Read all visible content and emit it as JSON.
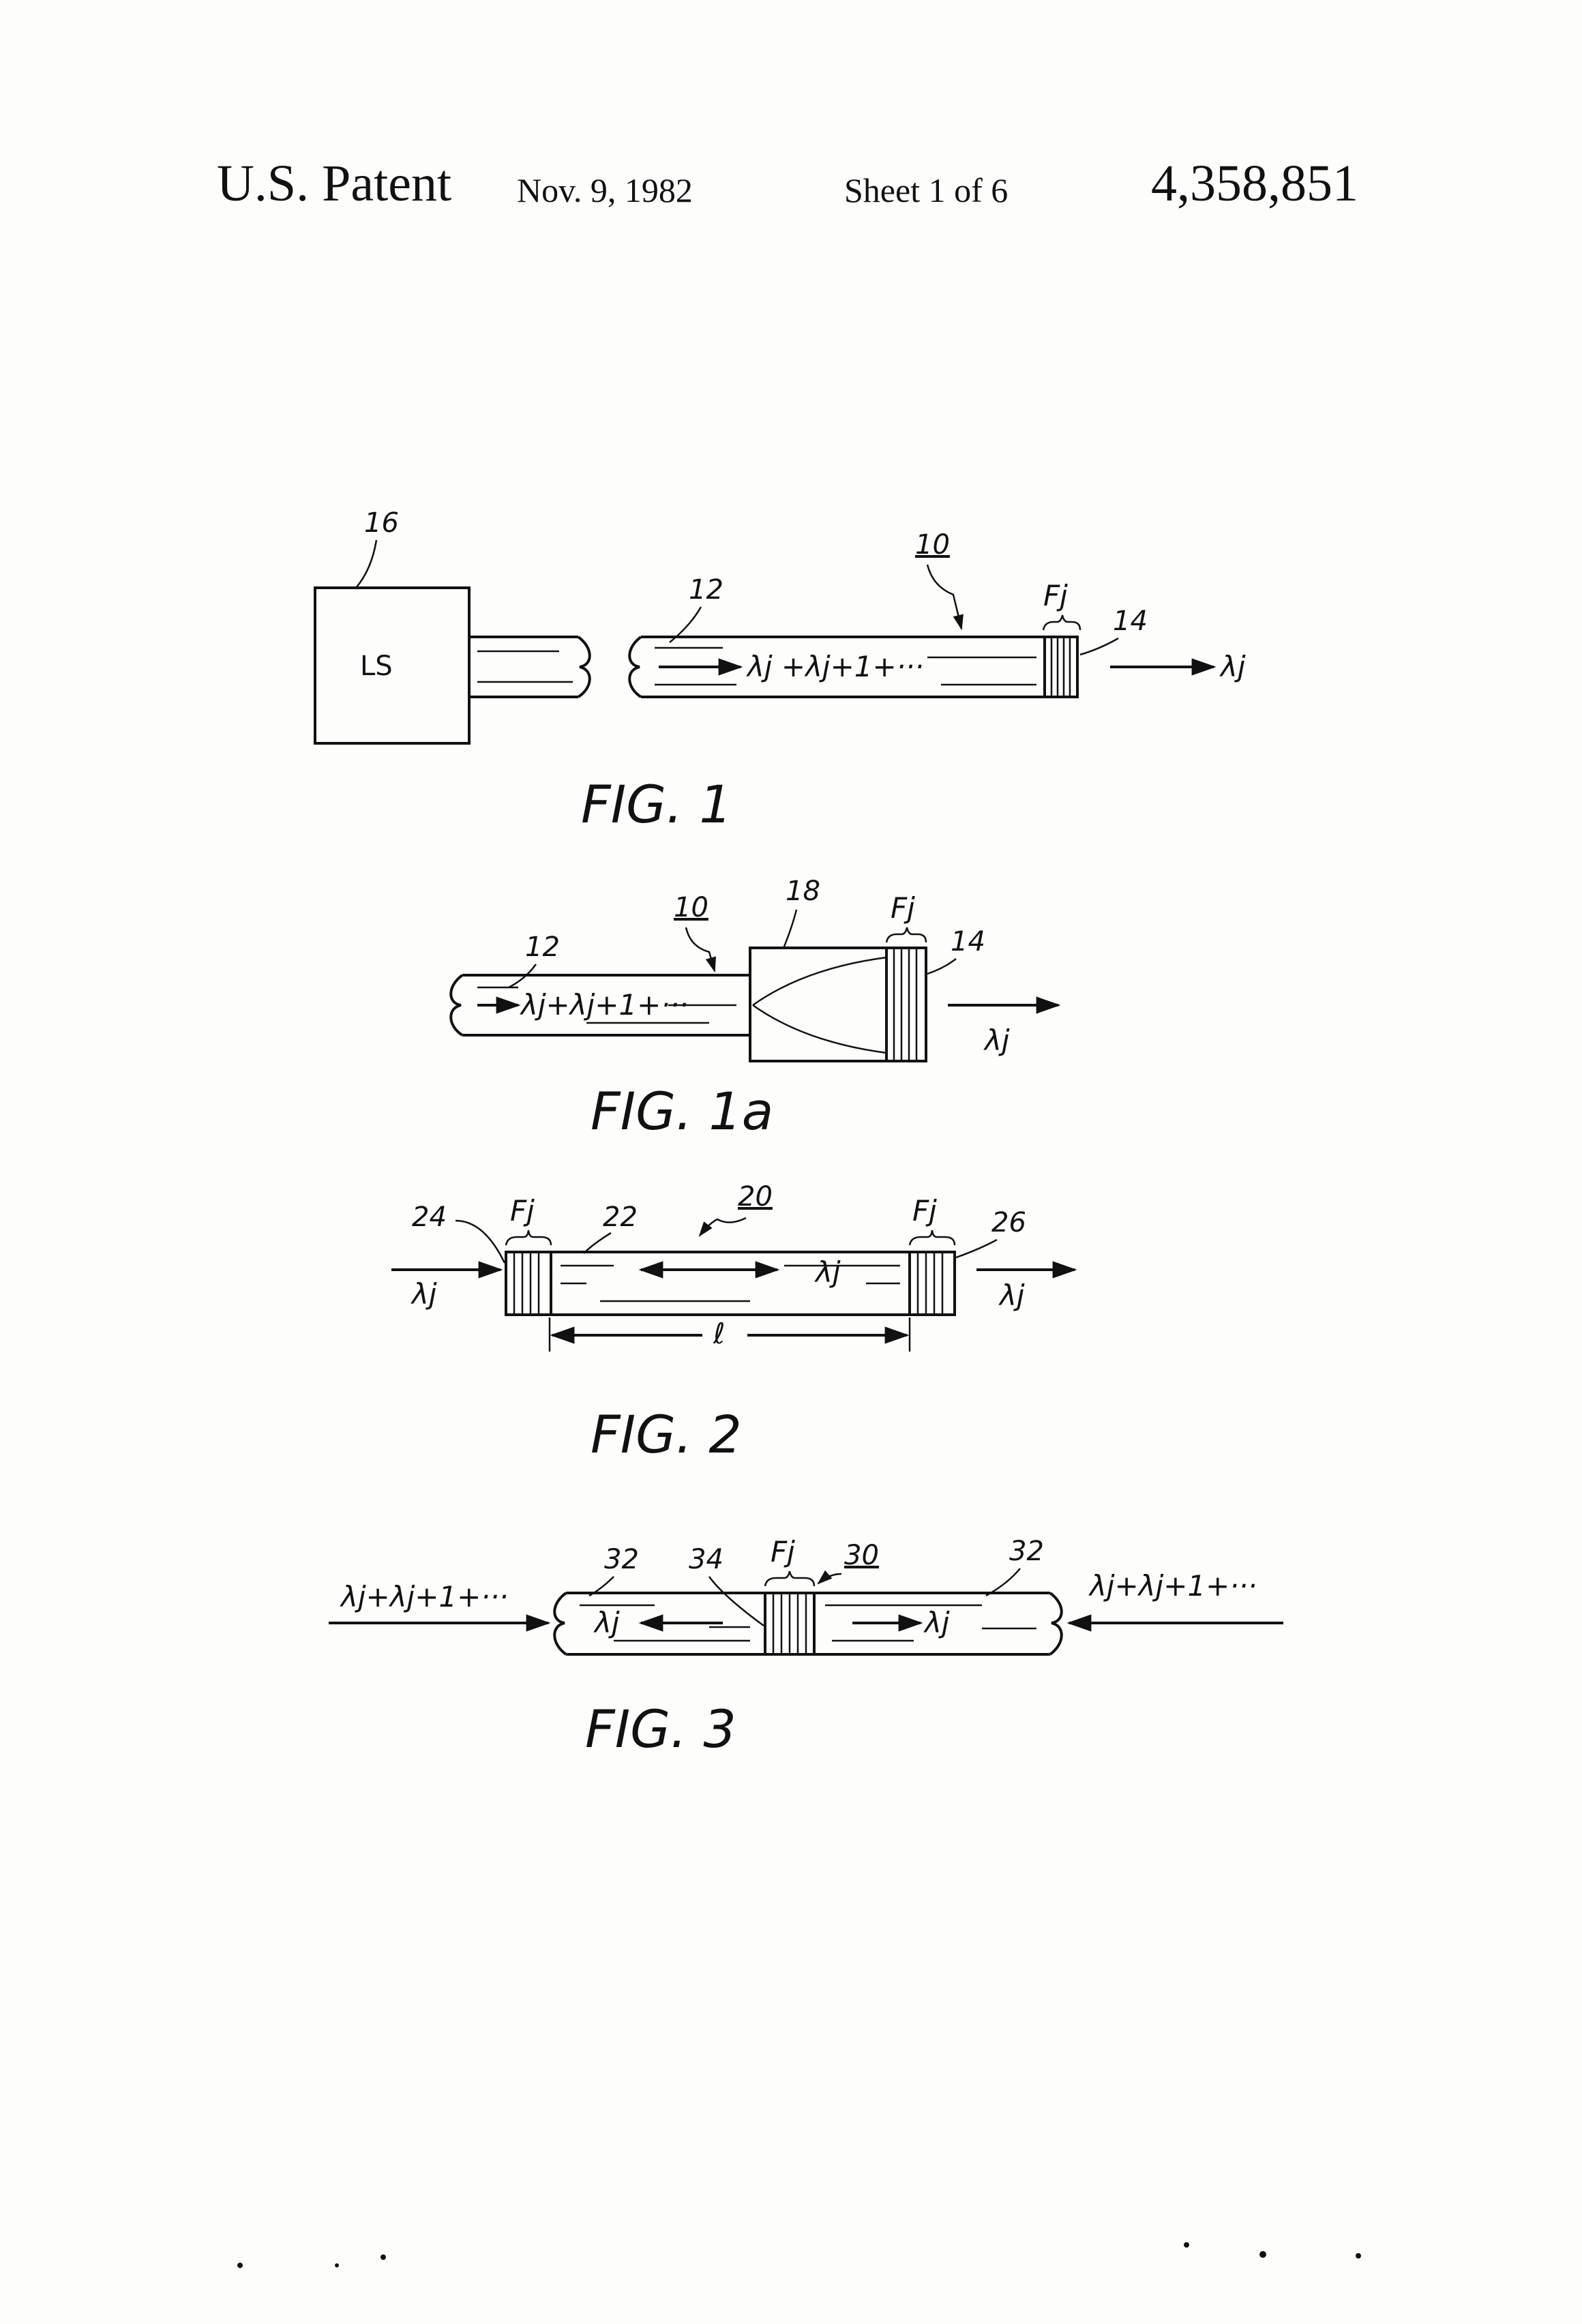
{
  "header": {
    "patent_label": "U.S. Patent",
    "date": "Nov. 9, 1982",
    "sheet": "Sheet 1 of 6",
    "patent_number": "4,358,851"
  },
  "fig1": {
    "caption": "FIG. 1",
    "ref_light_source": "16",
    "light_source_text": "LS",
    "ref_assembly": "10",
    "ref_fiber": "12",
    "ref_filter": "14",
    "filter_label": "Fj",
    "input_signal": "λj +λj+1+···",
    "output_signal": "λj"
  },
  "fig1a": {
    "caption": "FIG. 1a",
    "ref_fiber": "12",
    "ref_assembly": "10",
    "ref_lens": "18",
    "ref_filter": "14",
    "filter_label": "Fj",
    "input_signal": "λj+λj+1+···",
    "output_signal": "λj"
  },
  "fig2": {
    "caption": "FIG. 2",
    "ref_left_filter": "24",
    "ref_fiber": "22",
    "ref_cavity": "20",
    "ref_right_filter": "26",
    "filter_label_left": "Fj",
    "filter_label_right": "Fj",
    "input_signal": "λj",
    "cavity_signal": "λj",
    "output_signal": "λj",
    "length_label": "ℓ"
  },
  "fig3": {
    "caption": "FIG. 3",
    "ref_fiber_left": "32",
    "ref_filter": "34",
    "ref_assembly": "30",
    "ref_fiber_right": "32",
    "filter_label": "Fj",
    "input_left": "λj+λj+1+···",
    "input_right": "λj+λj+1+···",
    "reflect_left": "λj",
    "reflect_right": "λj"
  }
}
